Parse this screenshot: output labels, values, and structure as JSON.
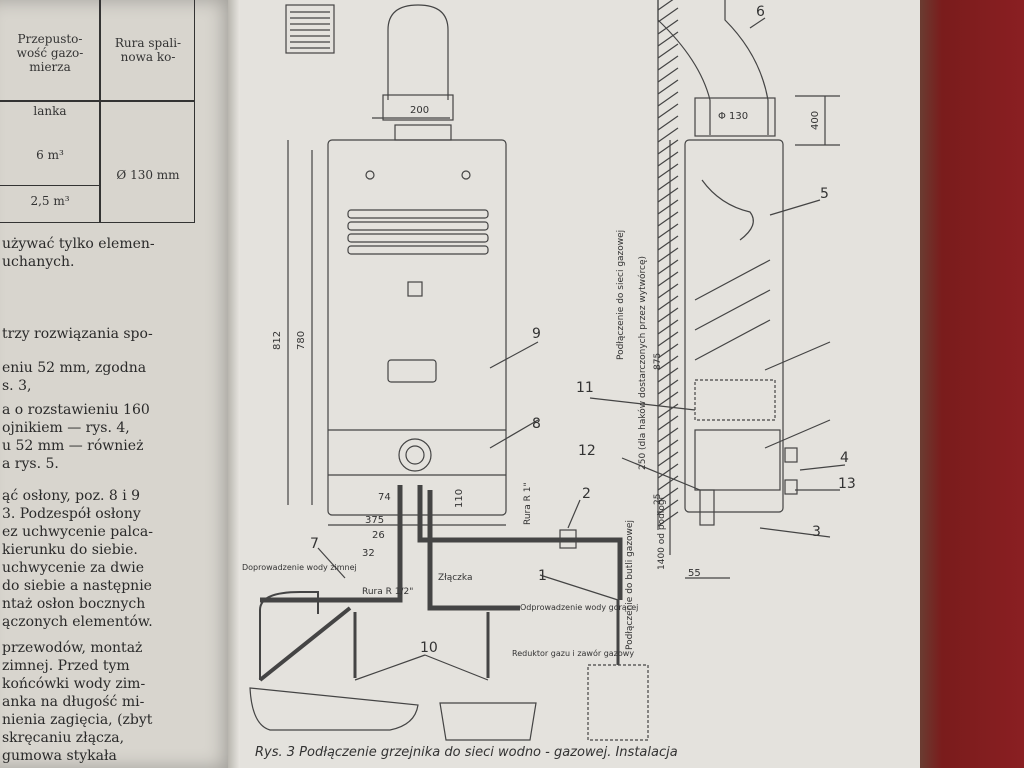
{
  "left_page": {
    "table": {
      "col_gas_meter": "Przepusto-\nwość gazo-\nmierza",
      "col_flue": "Rura spali-\nnowa ko-",
      "row1": "lanka",
      "row2": "6 m³",
      "row3": "2,5 m³",
      "flue_value": "Ø 130 mm"
    },
    "lines": [
      "używać tylko elemen-",
      "uchanych.",
      "trzy rozwiązania spo-",
      "eniu 52 mm, zgodna",
      "s. 3,",
      "a o rozstawieniu 160",
      "ojnikiem — rys. 4,",
      "u 52 mm — również",
      "a rys. 5.",
      "ąć osłony, poz. 8 i 9",
      "3. Podzespół osłony",
      "ez uchwycenie palca-",
      "kierunku do siebie.",
      "uchwycenie za dwie",
      "do siebie a następnie",
      "ntaż osłon bocznych",
      "ączonych elementów.",
      "przewodów, montaż",
      "zimnej. Przed tym",
      "końcówki wody zim-",
      "anka na długość mi-",
      "nienia zagięcia, (zbyt",
      "skręcaniu złącza,",
      "gumowa stykała"
    ]
  },
  "drawing": {
    "dim_200": "200",
    "dim_812": "812",
    "dim_780": "780",
    "dim_74": "74",
    "dim_110": "110",
    "dim_375": "375",
    "dim_26": "26",
    "dim_32": "32",
    "dim_130": "Φ 130",
    "dim_400": "400",
    "dim_250": "250 (dla haków dostarczonych przez wytwórcę)",
    "dim_875": "875",
    "dim_25": "25",
    "dim_1400": "1400\nod podłogi",
    "dim_55": "55",
    "label_gas_conn": "Podłączenie do sieci gazowej",
    "label_gas_meter": "Podłączenie do butli gazowej",
    "label_cold_water": "Doprowadzenie\nwody zimnej",
    "label_hot_water": "Odprowadzenie\nwody gorącej",
    "label_pipe_r12": "Rura R 1/2\"",
    "label_pipe_r1": "Rura R 1\"",
    "label_snuff": "Złączka",
    "label_reducer": "Reduktor gazu\ni zawór gazowy",
    "num_1": "1",
    "num_2": "2",
    "num_3": "3",
    "num_4": "4",
    "num_5": "5",
    "num_6": "6",
    "num_7": "7",
    "num_8": "8",
    "num_9": "9",
    "num_10": "10",
    "num_11": "11",
    "num_12": "12",
    "num_13": "13"
  },
  "caption": "Rys. 3  Podłączenie grzejnika do sieci wodno - gazowej. Instalacja"
}
